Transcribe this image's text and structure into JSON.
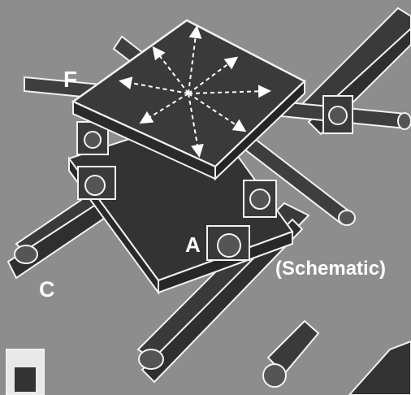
{
  "labels": {
    "f": "F",
    "a": "A",
    "c": "C",
    "schematic": "(Schematic)"
  },
  "colors": {
    "background": "#8d8d8d",
    "part_dark": "#3a3a3a",
    "part_mid": "#555555",
    "outline": "#f2f2f2",
    "label_text": "#ffffff"
  }
}
